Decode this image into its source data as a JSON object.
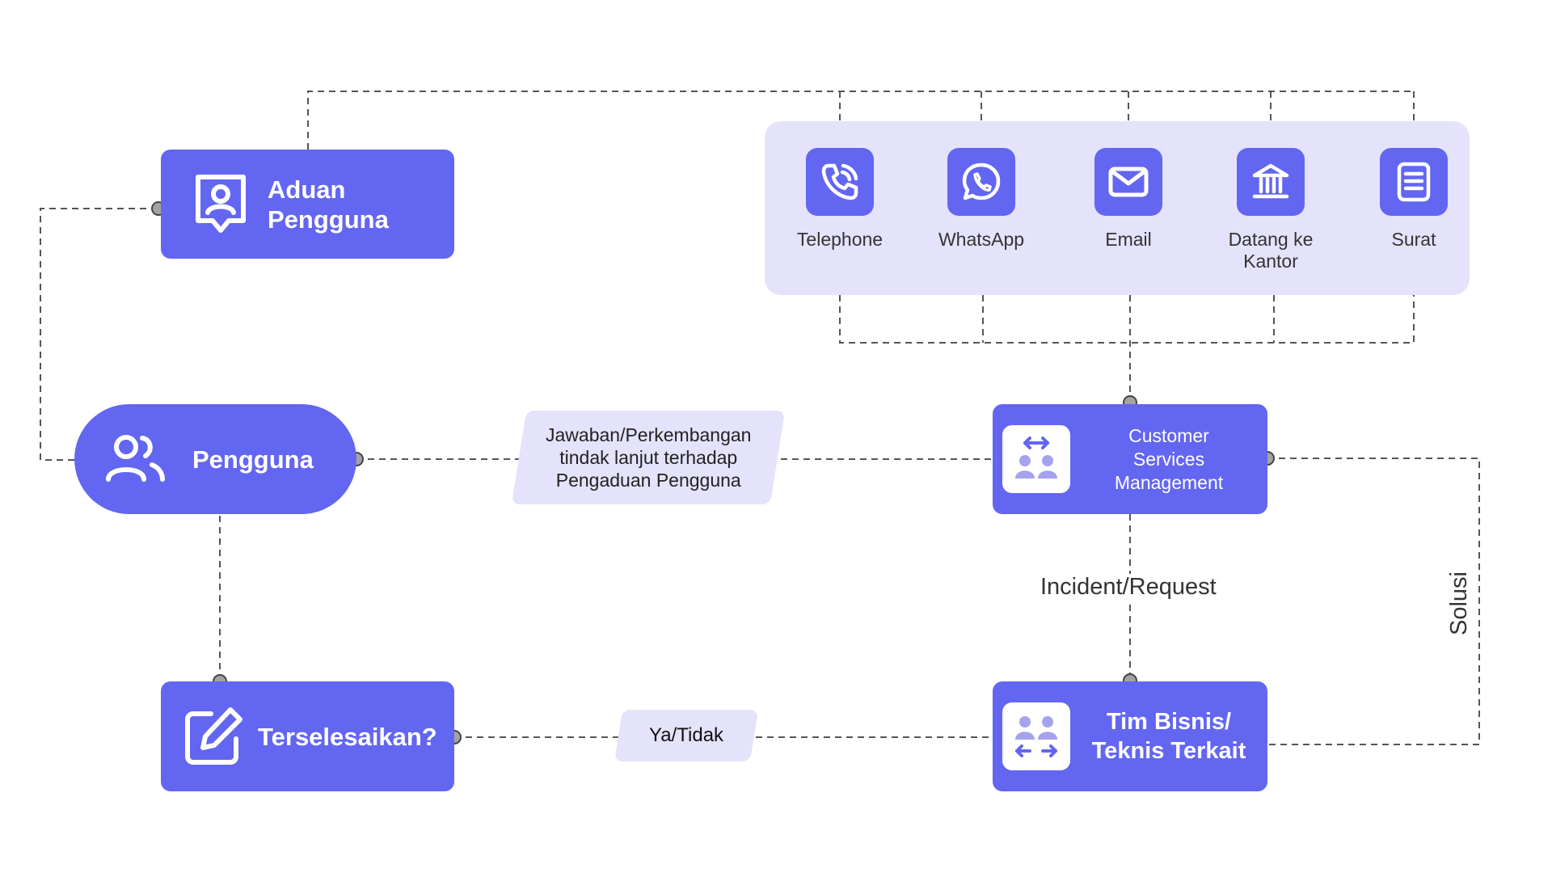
{
  "colors": {
    "accent": "#6366f1",
    "panel": "#e4e3fb",
    "connector": "#555555",
    "port_fill": "#a3a3a3"
  },
  "nodes": {
    "aduan": {
      "label": "Aduan\nPengguna",
      "icon": "user-profile-pin-icon"
    },
    "pengguna": {
      "label": "Pengguna",
      "icon": "users-icon"
    },
    "terselesaikan": {
      "label": "Terselesaikan?",
      "icon": "edit-icon"
    },
    "csm": {
      "label": "Customer\nServices\nManagement",
      "icon": "people-exchange-icon"
    },
    "tim": {
      "label": "Tim Bisnis/\nTeknis Terkait",
      "icon": "people-swap-icon"
    }
  },
  "channels": [
    {
      "label": "Telephone",
      "icon": "phone-icon"
    },
    {
      "label": "WhatsApp",
      "icon": "whatsapp-icon"
    },
    {
      "label": "Email",
      "icon": "mail-icon"
    },
    {
      "label": "Datang ke\nKantor",
      "icon": "bank-building-icon"
    },
    {
      "label": "Surat",
      "icon": "document-icon"
    }
  ],
  "edge_labels": {
    "response": "Jawaban/Perkembangan\ntindak lanjut terhadap\nPengaduan Pengguna",
    "incident": "Incident/Request",
    "solution": "Solusi",
    "resolved": "Ya/Tidak"
  }
}
